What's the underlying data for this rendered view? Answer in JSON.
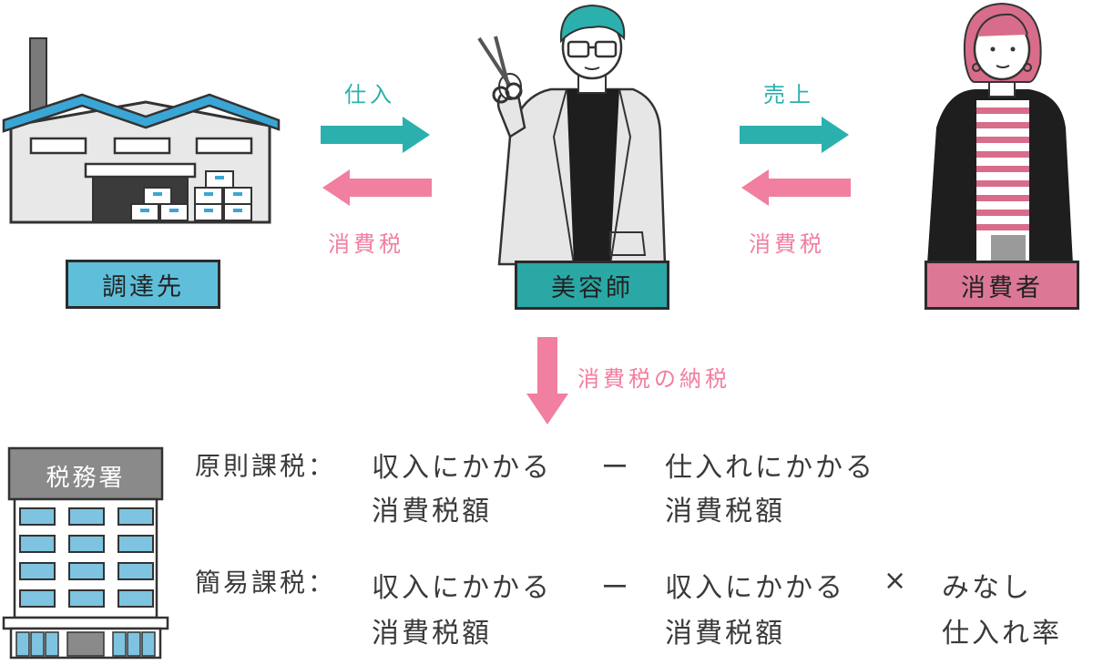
{
  "colors": {
    "teal": "#2bb0ad",
    "pink": "#f17f9f",
    "blue_box": "#5fbfda",
    "teal_box": "#2aa8a6",
    "pink_box": "#dc7896",
    "gray_box": "#8a8a8a"
  },
  "parties": {
    "supplier": "調達先",
    "beautician": "美容師",
    "consumer": "消費者",
    "tax_office": "税務署"
  },
  "flows": {
    "purchase": "仕入",
    "sales": "売上",
    "tax_left": "消費税",
    "tax_right": "消費税",
    "payment": "消費税の納税"
  },
  "formulas": {
    "principle": {
      "label": "原則課税：",
      "term1_line1": "収入にかかる",
      "term1_line2": "消費税額",
      "op1": "ー",
      "term2_line1": "仕入れにかかる",
      "term2_line2": "消費税額"
    },
    "simplified": {
      "label": "簡易課税：",
      "term1_line1": "収入にかかる",
      "term1_line2": "消費税額",
      "op1": "ー",
      "term2_line1": "収入にかかる",
      "term2_line2": "消費税額",
      "op2": "×",
      "term3_line1": "みなし",
      "term3_line2": "仕入れ率"
    }
  },
  "icons": [
    "factory-icon",
    "beautician-icon",
    "scissors-icon",
    "consumer-icon",
    "tax-office-building-icon"
  ]
}
